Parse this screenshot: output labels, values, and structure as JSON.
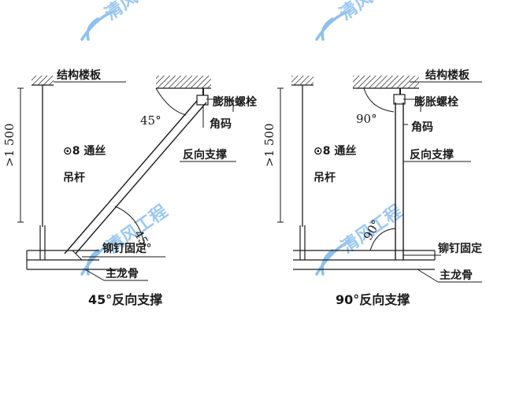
{
  "watermark": {
    "text": "清风工程"
  },
  "left": {
    "slab": "结构楼板",
    "bolt": "膨胀螺栓",
    "corner": "角码",
    "brace": "反向支撑",
    "rod_line1": "⊙8 通丝",
    "rod_line2": "吊杆",
    "dim": ">1 500",
    "angle_top": "45°",
    "angle_bottom": "45°",
    "rivet": "铆钉固定",
    "keel": "主龙骨",
    "caption": "45°反向支撑"
  },
  "right": {
    "slab": "结构楼板",
    "bolt": "膨胀螺栓",
    "angle_top": "90°",
    "corner": "角码",
    "brace": "反向支撑",
    "rod_line1": "⊙8 通丝",
    "rod_line2": "吊杆",
    "dim": ">1 500",
    "angle_bottom": "90°",
    "rivet": "铆钉固定",
    "keel": "主龙骨",
    "caption": "90°反向支撑"
  },
  "colors": {
    "line": "#1a1a1a",
    "watermark": "#9cc8ef"
  }
}
